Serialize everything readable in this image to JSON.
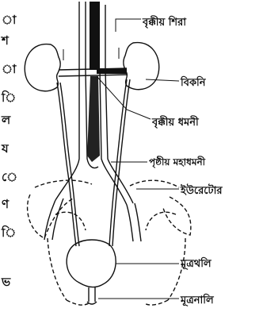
{
  "margin_text": [
    "া",
    "শ",
    "া",
    "ি",
    "ল",
    "য",
    "ে",
    "ণ",
    "ি",
    "ভ"
  ],
  "labels": {
    "renal_vein": "বৃক্কীয় শিরা",
    "kidney": "বিকনি",
    "renal_artery": "বৃক্কীয় ধমনী",
    "dorsal_aorta": "পৃষ্ঠীয় মহাধমনী",
    "ureter": "ইউরেটোর",
    "urinary_bladder": "মূত্রথলি",
    "urethra": "মূত্রনালি"
  }
}
